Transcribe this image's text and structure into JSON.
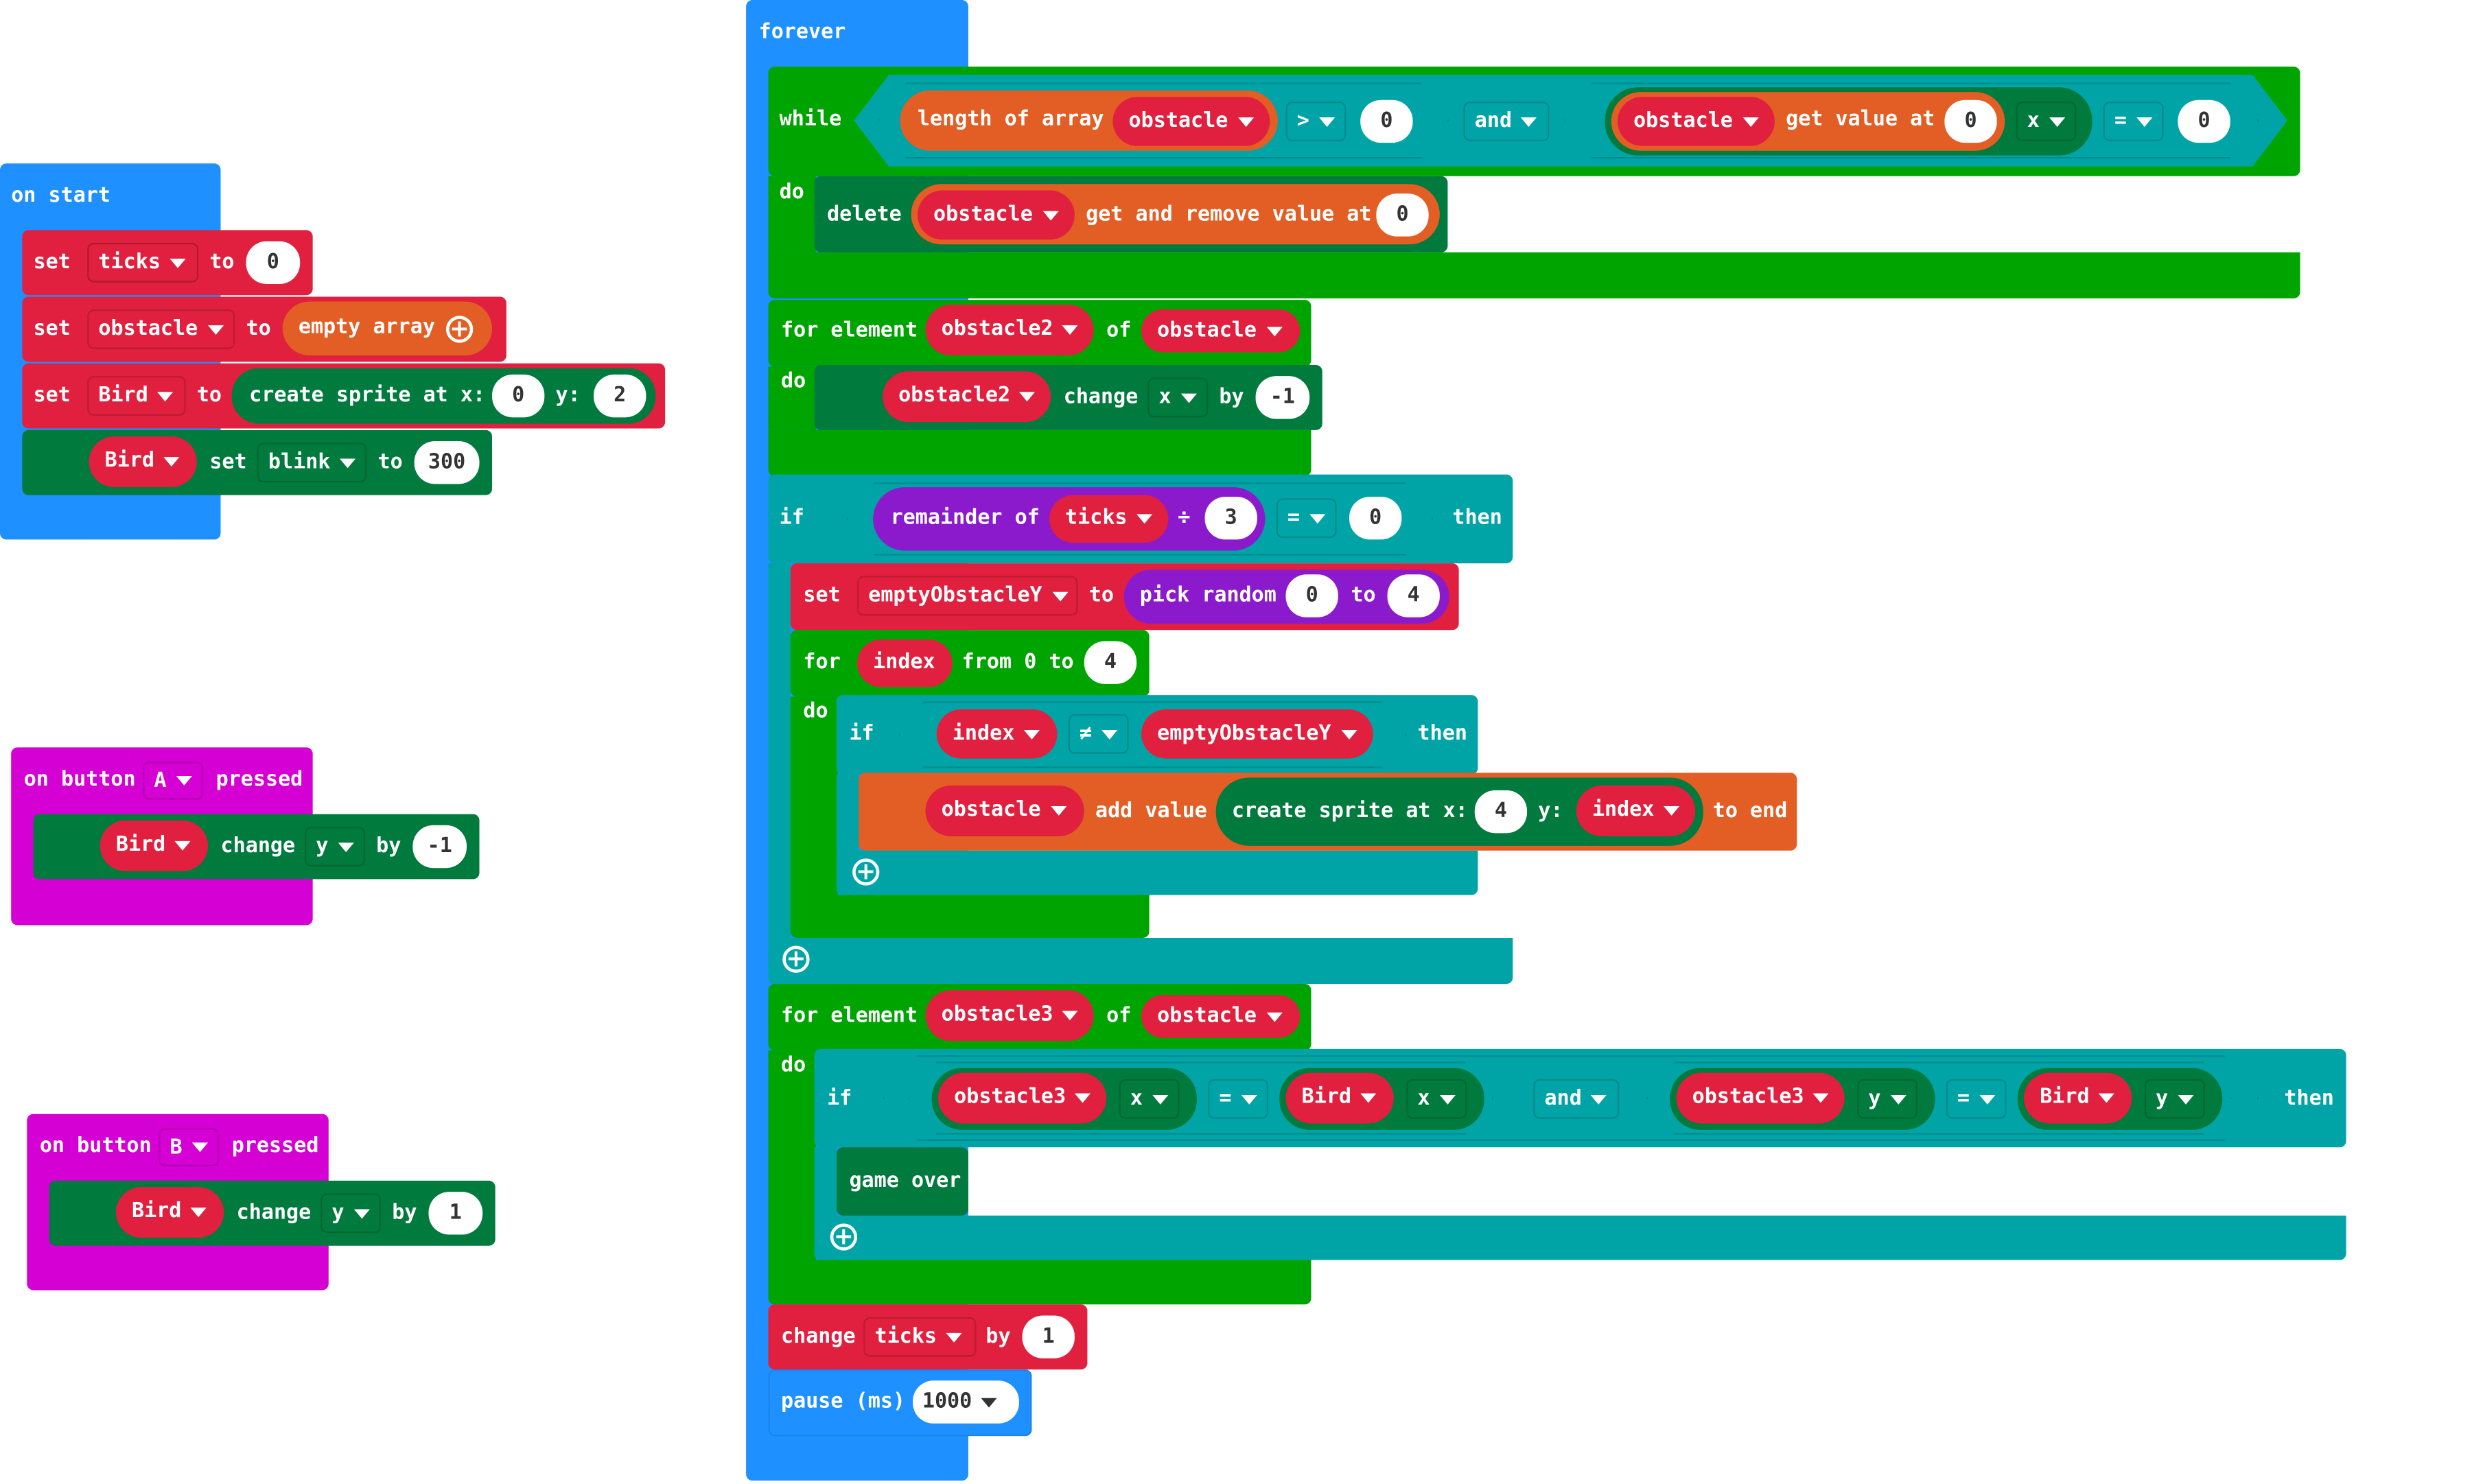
{
  "on_start": {
    "header": "on start",
    "set1": {
      "set": "set",
      "var": "ticks",
      "to": "to",
      "value": "0"
    },
    "set2": {
      "set": "set",
      "var": "obstacle",
      "to": "to",
      "value": "empty array"
    },
    "set3": {
      "set": "set",
      "var": "Bird",
      "to": "to",
      "create": "create sprite at x:",
      "x": "0",
      "y_label": "y:",
      "y": "2"
    },
    "set4": {
      "var": "Bird",
      "set": "set",
      "prop": "blink",
      "to": "to",
      "value": "300"
    }
  },
  "button_a": {
    "on": "on button",
    "btn": "A",
    "pressed": "pressed",
    "sprite": "Bird",
    "change": "change",
    "axis": "y",
    "by": "by",
    "value": "-1"
  },
  "button_b": {
    "on": "on button",
    "btn": "B",
    "pressed": "pressed",
    "sprite": "Bird",
    "change": "change",
    "axis": "y",
    "by": "by",
    "value": "1"
  },
  "forever": {
    "header": "forever",
    "while": {
      "label": "while",
      "length": "length of array",
      "arr": "obstacle",
      "op": ">",
      "cmp": "0",
      "and": "and",
      "arr2": "obstacle",
      "getval": "get value at",
      "idx": "0",
      "prop": "x",
      "op2": "=",
      "cmp2": "0",
      "do": "do",
      "delete": "delete",
      "arr3": "obstacle",
      "getremove": "get and remove value at",
      "idx2": "0"
    },
    "for1": {
      "label": "for element",
      "var": "obstacle2",
      "of": "of",
      "arr": "obstacle",
      "do": "do",
      "sprite": "obstacle2",
      "change": "change",
      "axis": "x",
      "by": "by",
      "value": "-1"
    },
    "if1": {
      "label": "if",
      "rem": "remainder of",
      "var": "ticks",
      "div": "÷",
      "divisor": "3",
      "op": "=",
      "cmp": "0",
      "then": "then",
      "set": "set",
      "setvar": "emptyObstacleY",
      "to": "to",
      "pick": "pick random",
      "lo": "0",
      "to2": "to",
      "hi": "4",
      "for": "for",
      "idx": "index",
      "from": "from 0 to",
      "max": "4",
      "do": "do",
      "if2": "if",
      "ivar": "index",
      "neq": "≠",
      "evar": "emptyObstacleY",
      "then2": "then",
      "arr": "obstacle",
      "addval": "add value",
      "create": "create sprite at x:",
      "x": "4",
      "y_label": "y:",
      "yvar": "index",
      "toend": "to end"
    },
    "for2": {
      "label": "for element",
      "var": "obstacle3",
      "of": "of",
      "arr": "obstacle",
      "do": "do",
      "if": "if",
      "a": "obstacle3",
      "ap": "x",
      "op1": "=",
      "b": "Bird",
      "bp": "x",
      "and": "and",
      "c": "obstacle3",
      "cp": "y",
      "op2": "=",
      "d": "Bird",
      "dp": "y",
      "then": "then",
      "gameover": "game over"
    },
    "change": {
      "change": "change",
      "var": "ticks",
      "by": "by",
      "value": "1"
    },
    "pause": {
      "label": "pause (ms)",
      "value": "1000"
    }
  }
}
